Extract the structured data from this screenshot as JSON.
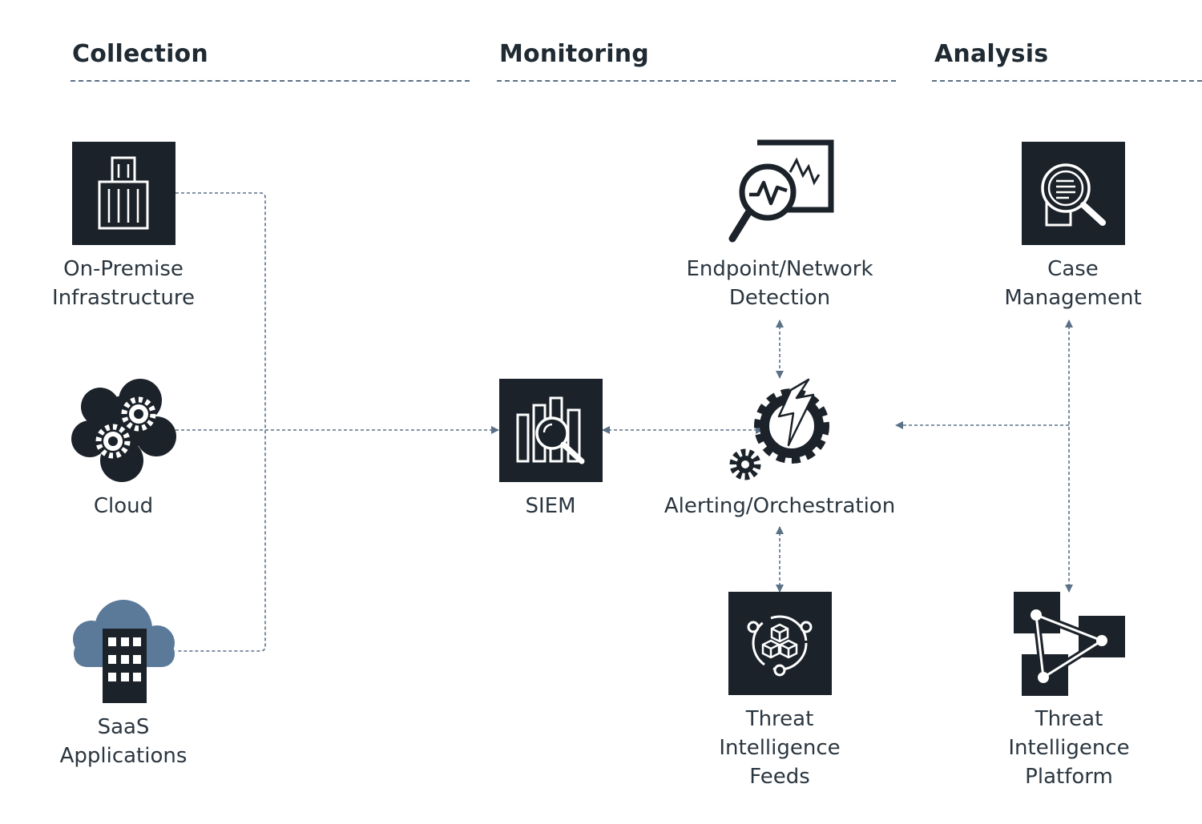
{
  "sections": {
    "collection": "Collection",
    "monitoring": "Monitoring",
    "analysis": "Analysis"
  },
  "nodes": {
    "on_premise": "On-Premise\nInfrastructure",
    "cloud": "Cloud",
    "saas": "SaaS\nApplications",
    "siem": "SIEM",
    "endpoint": "Endpoint/Network\nDetection",
    "alerting": "Alerting/Orchestration",
    "ti_feeds": "Threat\nIntelligence\nFeeds",
    "case_mgmt": "Case\nManagement",
    "tip": "Threat\nIntelligence\nPlatform"
  },
  "icons": {
    "on_premise": "office-building-icon",
    "cloud": "cloud-gears-icon",
    "saas": "cloud-building-icon",
    "siem": "chart-search-icon",
    "endpoint": "monitor-magnifier-icon",
    "alerting": "gear-lightning-icon",
    "ti_feeds": "cubes-cycle-icon",
    "case_mgmt": "document-magnifier-icon",
    "tip": "network-triangle-icon"
  },
  "colors": {
    "icon_dark": "#1b2229",
    "accent_blue": "#5b7a99",
    "connector": "#5b7187",
    "text": "#2b3640"
  }
}
